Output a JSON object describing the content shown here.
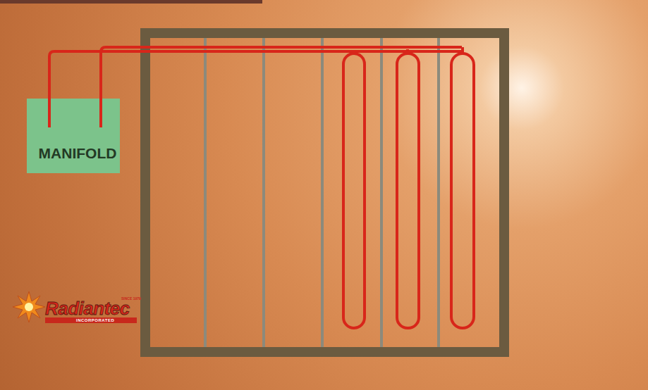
{
  "diagram": {
    "nodes": [
      {
        "text": [
          "MANIFOLD"
        ]
      }
    ],
    "labels": [
      "Radiantec",
      "SINCE 1979",
      "INCORPORATED"
    ]
  }
}
